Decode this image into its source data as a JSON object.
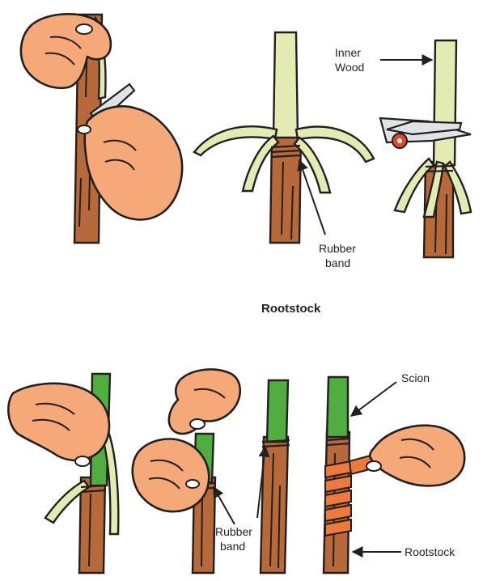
{
  "labels": {
    "inner_wood_line1": "Inner",
    "inner_wood_line2": "Wood",
    "rubber_band_top_line1": "Rubber",
    "rubber_band_top_line2": "band",
    "rootstock_caption": "Rootstock",
    "scion": "Scion",
    "rubber_band_bottom_line1": "Rubber",
    "rubber_band_bottom_line2": "band",
    "rootstock_bottom": "Rootstock"
  },
  "colors": {
    "bark": "#b8693a",
    "inner_wood": "#e4ebb2",
    "scion": "#4fae3f",
    "skin": "#f5a878",
    "tape": "#ee7a3a"
  }
}
